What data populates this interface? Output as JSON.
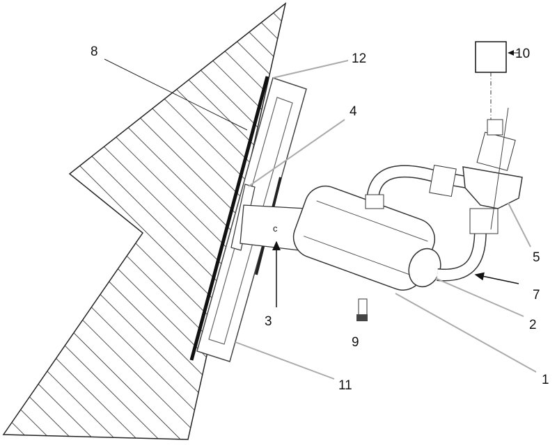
{
  "labels": {
    "l1": "1",
    "l2": "2",
    "l3": "3",
    "l4": "4",
    "l5": "5",
    "l7": "7",
    "l8": "8",
    "l9": "9",
    "l10": "10",
    "l11": "11",
    "l12": "12"
  },
  "colors": {
    "line": "#222222",
    "leader_gray": "#aaaaaa"
  }
}
